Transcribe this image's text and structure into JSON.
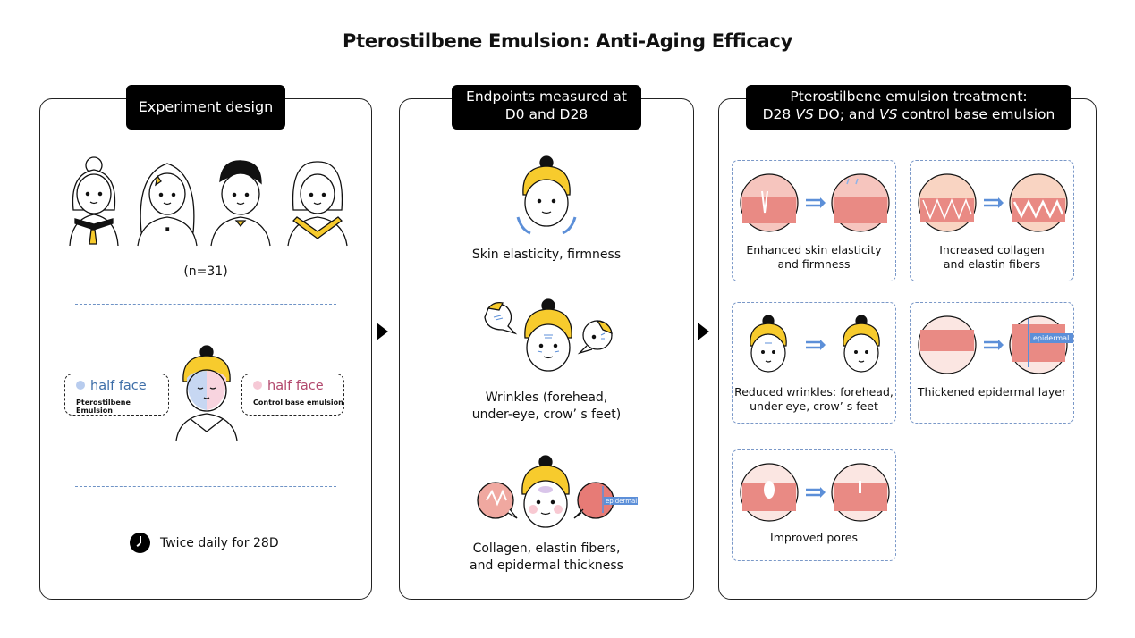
{
  "title": "Pterostilbene Emulsion: Anti-Aging Efficacy",
  "colors": {
    "headband": "#f7cb2d",
    "skin_pink": "#f0a8a0",
    "skin_dark": "#e77b76",
    "accent_blue": "#5c8fd8",
    "dash_blue": "#7a98c8",
    "pterostilbene_dot": "#b8ccee",
    "control_dot": "#f6c9d6",
    "control_text": "#b2486d",
    "pterostilbene_text": "#3d6ea8"
  },
  "panels": {
    "design": {
      "header": "Experiment design",
      "sample_size": "(n=31)",
      "treatment_side": {
        "label": "half face",
        "product": "Pterostilbene Emulsion"
      },
      "control_side": {
        "label": "half face",
        "product": "Control base emulsion"
      },
      "schedule_icon": "clock-icon",
      "schedule": "Twice daily for 28D"
    },
    "endpoints": {
      "header_line1": "Endpoints measured at",
      "header_line2": "D0 and D28",
      "items": [
        {
          "line1": "Skin elasticity, firmness",
          "line2": ""
        },
        {
          "line1": "Wrinkles (forehead,",
          "line2": "under-eye, crow’ s feet)"
        },
        {
          "line1": "Collagen, elastin fibers,",
          "line2": "and epidermal thickness",
          "tag": "epidermal"
        }
      ]
    },
    "results": {
      "header_line1": "Pterostilbene emulsion treatment:",
      "header_line2_a": "D28 ",
      "header_vs1": "VS",
      "header_line2_b": "  DO; and ",
      "header_vs2": "VS",
      "header_line2_c": "  control base emulsion",
      "cards": [
        {
          "line1": "Enhanced skin elasticity",
          "line2": "and firmness"
        },
        {
          "line1": "Increased collagen",
          "line2": "and elastin fibers"
        },
        {
          "line1": "Reduced wrinkles: forehead,",
          "line2": "under-eye, crow’ s feet"
        },
        {
          "line1": "Thickened epidermal layer",
          "line2": "",
          "tag": "epidermal"
        },
        {
          "line1": "Improved pores",
          "line2": ""
        }
      ]
    }
  }
}
